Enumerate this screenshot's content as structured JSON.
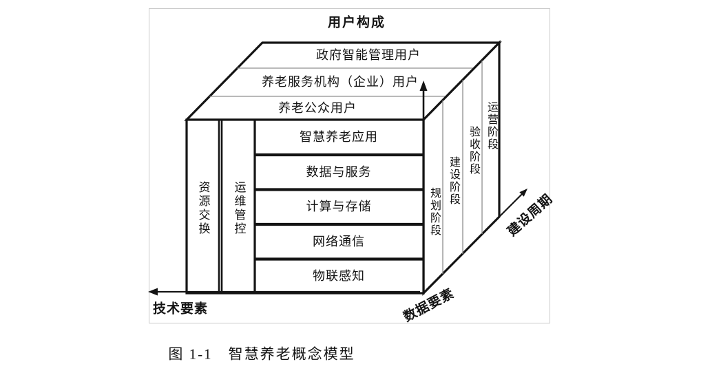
{
  "diagram": {
    "title": "用户构成",
    "caption": "图 1-1　智慧养老概念模型",
    "top_face": {
      "bands": [
        "政府智能管理用户",
        "养老服务机构（企业）用户",
        "养老公众用户"
      ]
    },
    "front_face": {
      "columns": [
        "资源交换",
        "运维管控"
      ],
      "layers": [
        "智慧养老应用",
        "数据与服务",
        "计算与存储",
        "网络通信",
        "物联感知"
      ]
    },
    "right_face": {
      "stages": [
        "规划阶段",
        "建设阶段",
        "验收阶段",
        "运营阶段"
      ]
    },
    "axis_labels": {
      "technology": "技术要素",
      "data": "数据要素",
      "cycle": "建设周期"
    },
    "colors": {
      "line": "#141414",
      "divider": "#8f8f8f",
      "frame": "#c9c9c9",
      "text": "#111111"
    }
  }
}
